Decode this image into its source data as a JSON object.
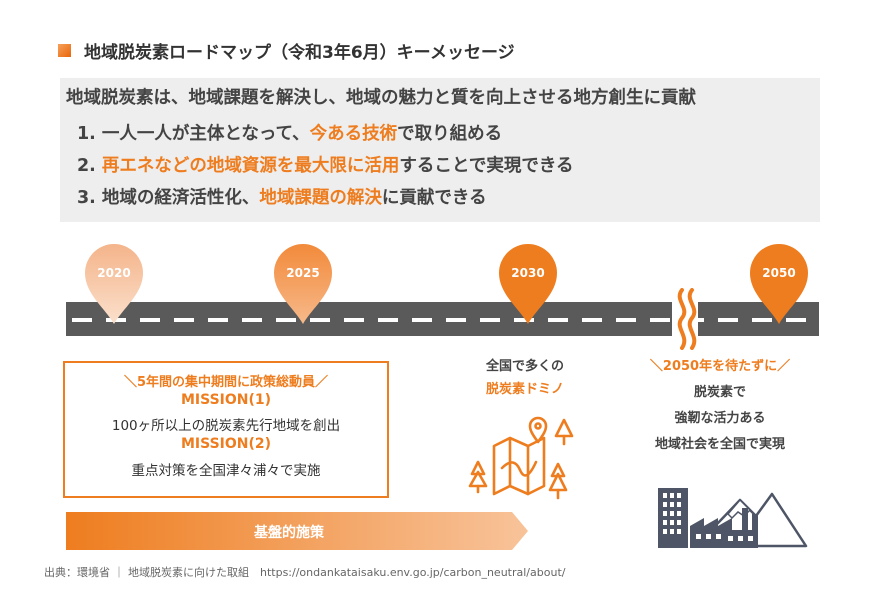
{
  "title": "地域脱炭素ロードマップ（令和3年6月）キーメッセージ",
  "message": {
    "lead": "地域脱炭素は、地域課題を解決し、地域の魅力と質を向上させる地方創生に貢献",
    "items": [
      {
        "num": "1.",
        "pre": "一人一人が主体となって、",
        "hl": "今ある技術",
        "post": "で取り組める"
      },
      {
        "num": "2.",
        "pre": "",
        "hl": "再エネなどの地域資源を最大限に活用",
        "post": "することで実現できる"
      },
      {
        "num": "3.",
        "pre": "地域の経済活性化、",
        "hl": "地域課題の解決",
        "post": "に貢献できる"
      }
    ]
  },
  "timeline": {
    "years": [
      "2020",
      "2025",
      "2030",
      "2050"
    ],
    "colors": {
      "orange": "#ee7d1f",
      "light_orange": "#f7b98a",
      "road": "#5a5a5a"
    }
  },
  "mission": {
    "header": "＼5年間の集中期間に政策総動員／",
    "m1_title": "MISSION(1)",
    "m1_text": "100ヶ所以上の脱炭素先行地域を創出",
    "m2_title": "MISSION(2)",
    "m2_text": "重点対策を全国津々浦々で実施"
  },
  "domino": {
    "line1": "全国で多くの",
    "line2": "脱炭素ドミノ"
  },
  "future": {
    "header": "＼2050年を待たずに／",
    "line1": "脱炭素で",
    "line2": "強靭な活力ある",
    "line3": "地域社会を全国で実現"
  },
  "arrow_label": "基盤的施策",
  "source": "出典：環境省 ｜ 地域脱炭素に向けた取組　https://ondankataisaku.env.go.jp/carbon_neutral/about/",
  "icons": [
    "map-pin-icon",
    "folded-map-icon",
    "tree-icon",
    "city-factory-icon",
    "mountain-icon",
    "wave-break-icon"
  ]
}
